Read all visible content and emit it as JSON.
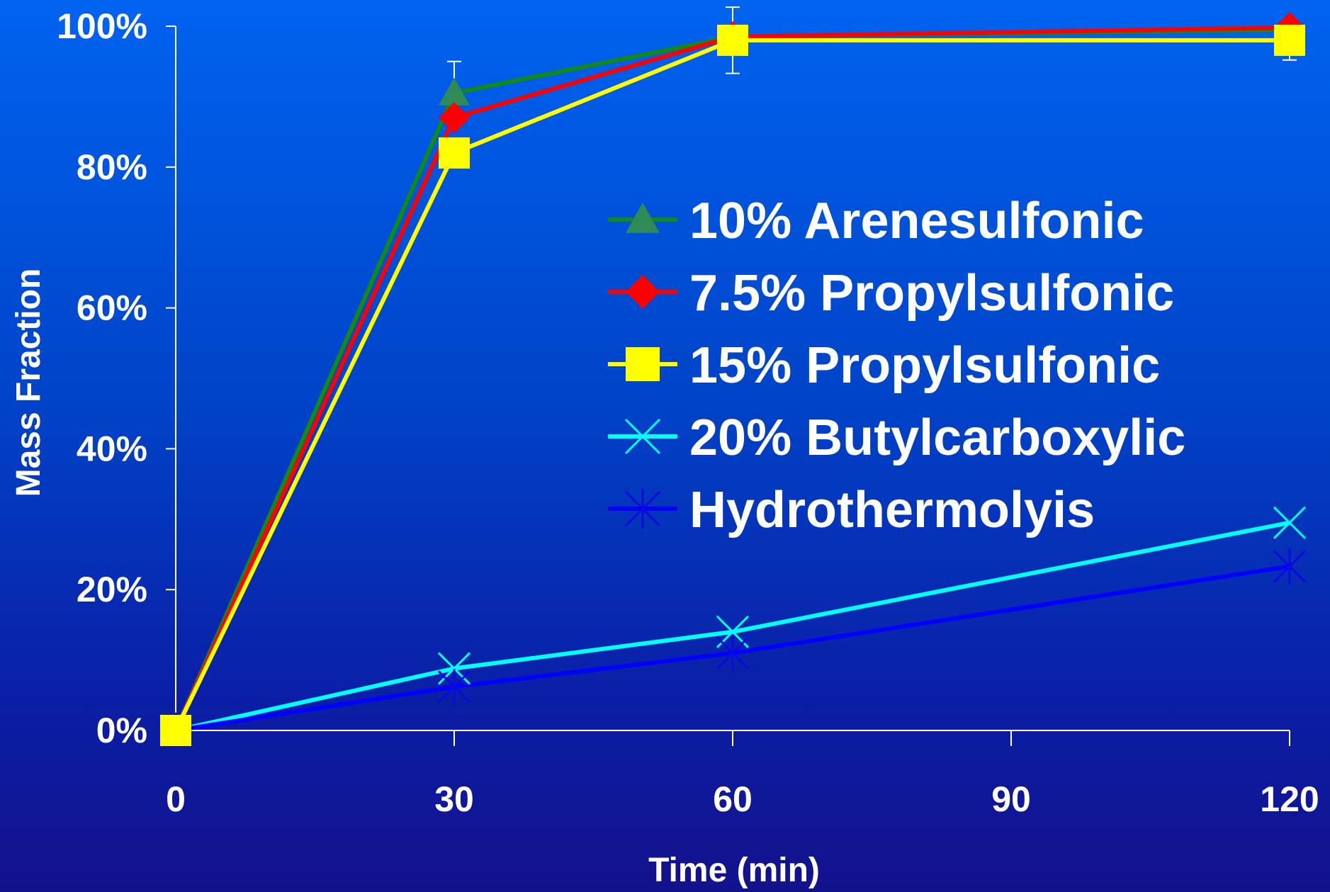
{
  "chart_data": {
    "type": "line",
    "title": "",
    "xlabel": "Time (min)",
    "ylabel": "Mass Fraction",
    "x_ticks": [
      0,
      30,
      60,
      90,
      120
    ],
    "y_ticks": [
      0,
      20,
      40,
      60,
      80,
      100
    ],
    "y_tick_labels": [
      "0%",
      "20%",
      "40%",
      "60%",
      "80%",
      "100%"
    ],
    "xlim": [
      0,
      120
    ],
    "ylim": [
      0,
      100
    ],
    "grid": false,
    "legend_position": "center-right",
    "series": [
      {
        "name": "10% Arenesulfonic",
        "color": "#138a13",
        "marker": "triangle",
        "marker_color": "#2e8b57",
        "x": [
          0,
          30,
          60,
          120
        ],
        "y": [
          0,
          90.5,
          98.5,
          99.5
        ],
        "error": [
          0,
          4.5,
          0,
          0
        ]
      },
      {
        "name": "7.5% Propylsulfonic",
        "color": "#ff0000",
        "marker": "diamond",
        "marker_color": "#ff0000",
        "x": [
          0,
          30,
          60,
          120
        ],
        "y": [
          0,
          87,
          98.5,
          99.8
        ],
        "error": [
          0,
          0,
          0,
          0
        ]
      },
      {
        "name": "15% Propylsulfonic",
        "color": "#ffff00",
        "marker": "square",
        "marker_color": "#ffff00",
        "x": [
          0,
          30,
          60,
          120
        ],
        "y": [
          0,
          82,
          98,
          98
        ],
        "error": [
          0,
          0,
          4.7,
          2.8
        ]
      },
      {
        "name": "20% Butylcarboxylic",
        "color": "#00ffff",
        "marker": "x",
        "marker_color": "#00ffff",
        "x": [
          0,
          30,
          60,
          120
        ],
        "y": [
          0,
          8.8,
          14,
          29.5
        ],
        "error": [
          0,
          0,
          0,
          0
        ]
      },
      {
        "name": "Hydrothermolyis",
        "color": "#0000ff",
        "marker": "asterisk",
        "marker_color": "#0a0ae0",
        "x": [
          0,
          30,
          60,
          120
        ],
        "y": [
          0,
          6.2,
          11,
          23.3
        ],
        "error": [
          0,
          0,
          0,
          0
        ]
      }
    ]
  }
}
